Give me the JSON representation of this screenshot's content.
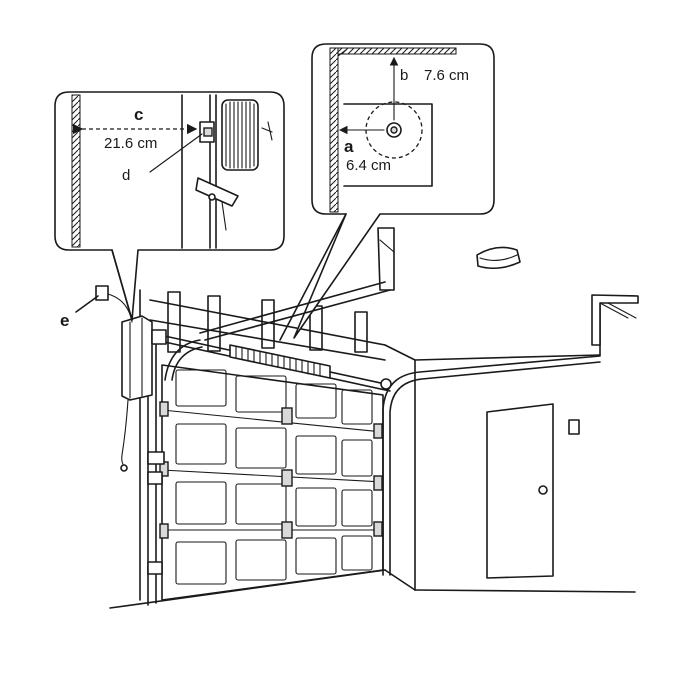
{
  "callout_left": {
    "label_c": "c",
    "dim_c": "21.6 cm",
    "label_d": "d"
  },
  "callout_right": {
    "label_b": "b",
    "dim_b": "7.6 cm",
    "label_a": "a",
    "dim_a": "6.4 cm"
  },
  "main": {
    "label_e": "e"
  }
}
